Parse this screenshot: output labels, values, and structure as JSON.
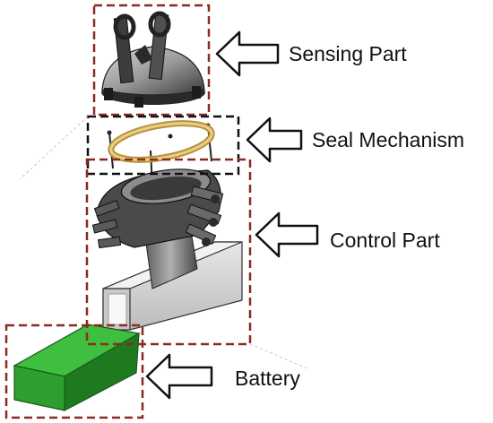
{
  "labels": {
    "sensing": "Sensing Part",
    "seal": "Seal Mechanism",
    "control": "Control Part",
    "battery": "Battery"
  },
  "colors": {
    "red_dash": "#8b2b20",
    "black_dash": "#111111",
    "battery_green": "#2e9e2e",
    "seal_gold": "#d8b455",
    "metal": "#7a7a7a"
  },
  "icons": [
    "arrow-left-icon"
  ]
}
